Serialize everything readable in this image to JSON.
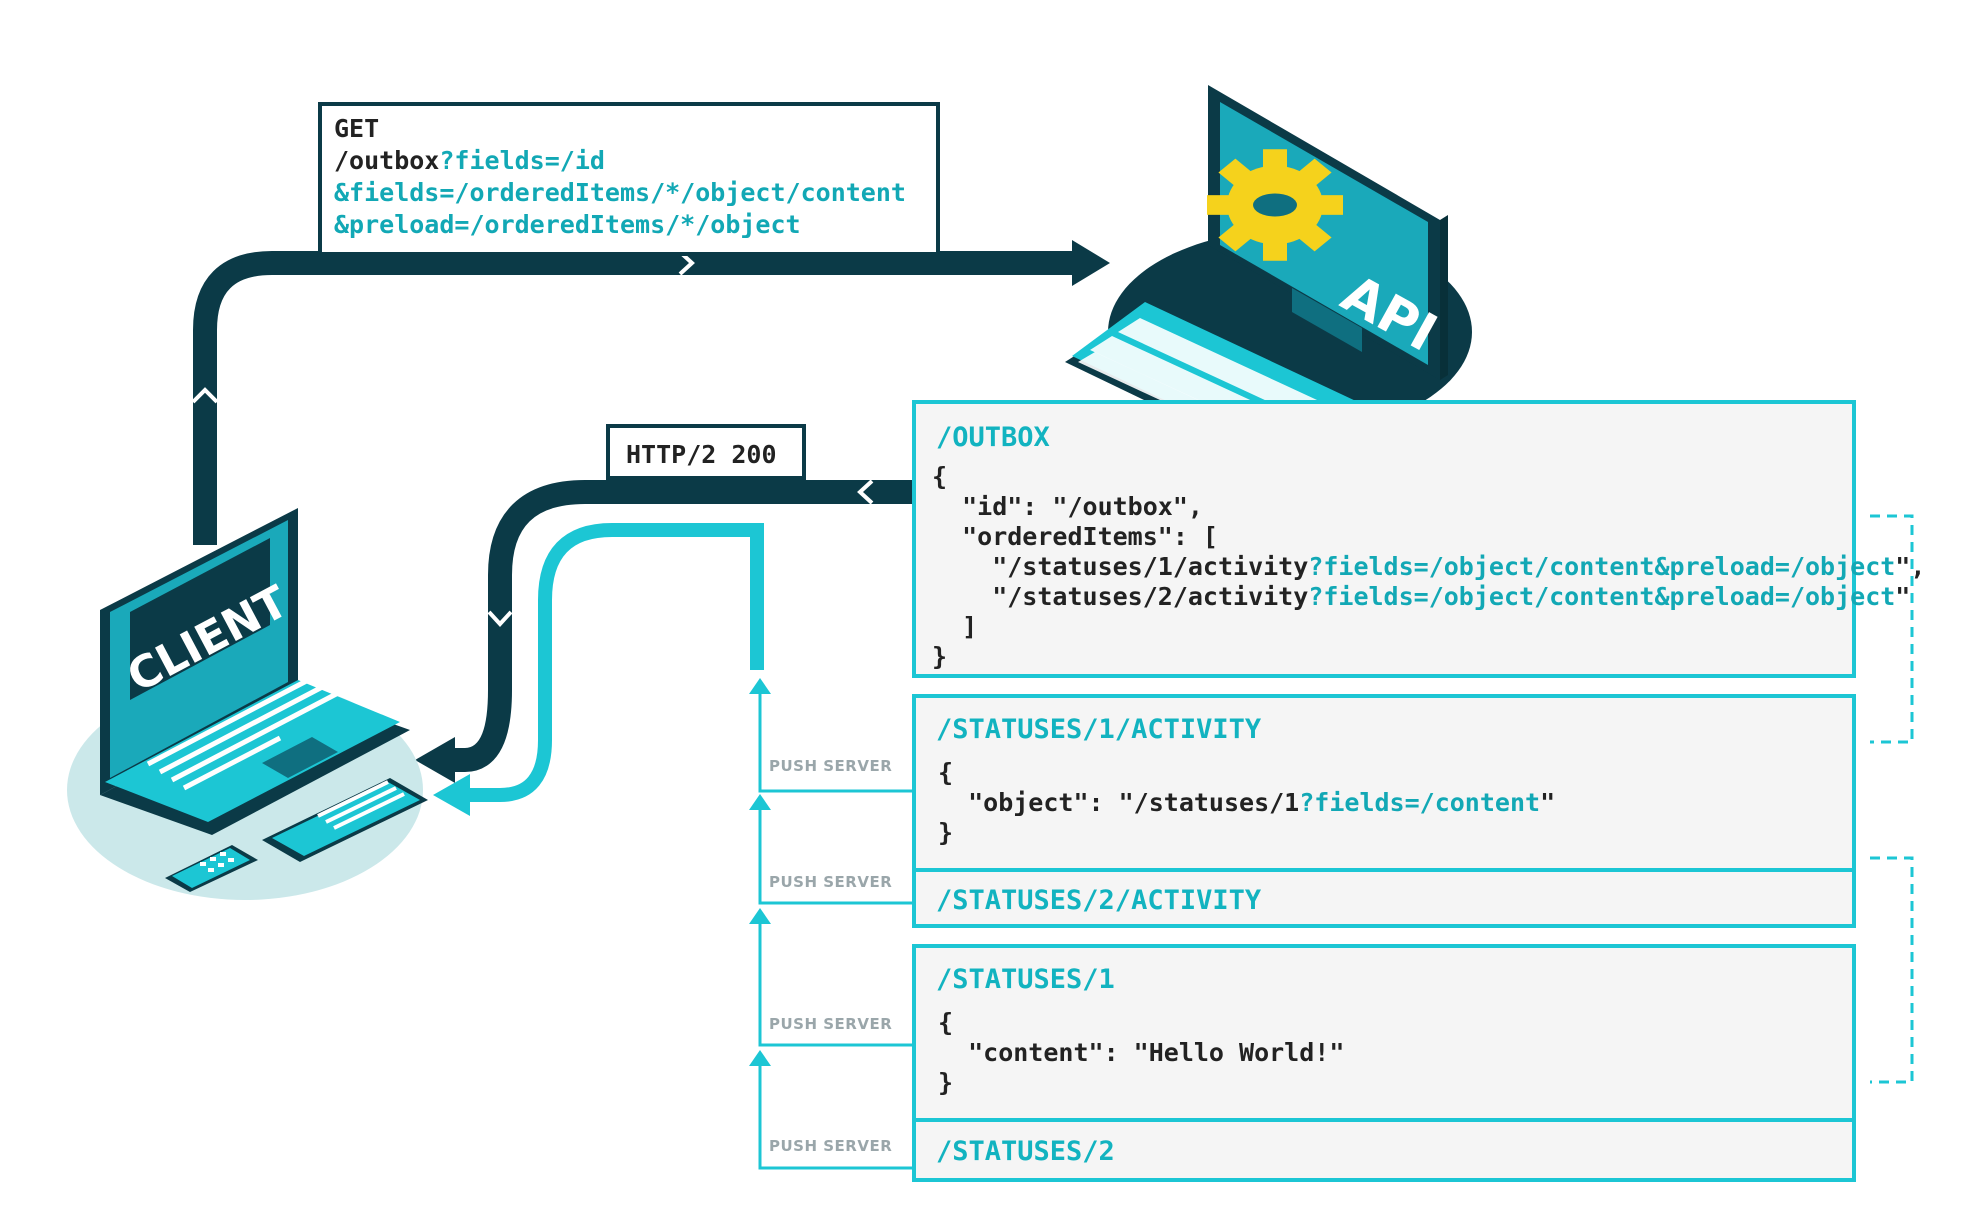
{
  "request": {
    "method": "GET",
    "path": "/outbox",
    "line1_query": "?fields=/id",
    "line2": "&fields=/orderedItems/*/object/content",
    "line3": "&preload=/orderedItems/*/object"
  },
  "response": {
    "status": "HTTP/2 200"
  },
  "client": {
    "screen_label": "CLIENT"
  },
  "api": {
    "screen_label": "API"
  },
  "push_label": "PUSH SERVER",
  "boxes": {
    "outbox": {
      "title": "/OUTBOX",
      "l1": "{",
      "l2": "  \"id\": \"/outbox\",",
      "l3": "  \"orderedItems\": [",
      "l4a": "    \"/statuses/1/activity",
      "l4b": "?fields=/object/content&preload=/object",
      "l4c": "\",",
      "l5a": "    \"/statuses/2/activity",
      "l5b": "?fields=/object/content&preload=/object",
      "l5c": "\"",
      "l6": "  ]",
      "l7": "}"
    },
    "status1_activity": {
      "title": "/STATUSES/1/ACTIVITY",
      "l1": "{",
      "l2a": "  \"object\": \"/statuses/1",
      "l2b": "?fields=/content",
      "l2c": "\"",
      "l3": "}"
    },
    "status2_activity": {
      "title": "/STATUSES/2/ACTIVITY"
    },
    "status1": {
      "title": "/STATUSES/1",
      "l1": "{",
      "l2": "  \"content\": \"Hello World!\"",
      "l3": "}"
    },
    "status2": {
      "title": "/STATUSES/2"
    }
  },
  "colors": {
    "navy": "#0b3a47",
    "teal": "#1cc6d4",
    "teal_text": "#12a8b5",
    "gear": "#f5d21c",
    "screen": "#0f6f80",
    "device_body": "#1aa9ba"
  }
}
